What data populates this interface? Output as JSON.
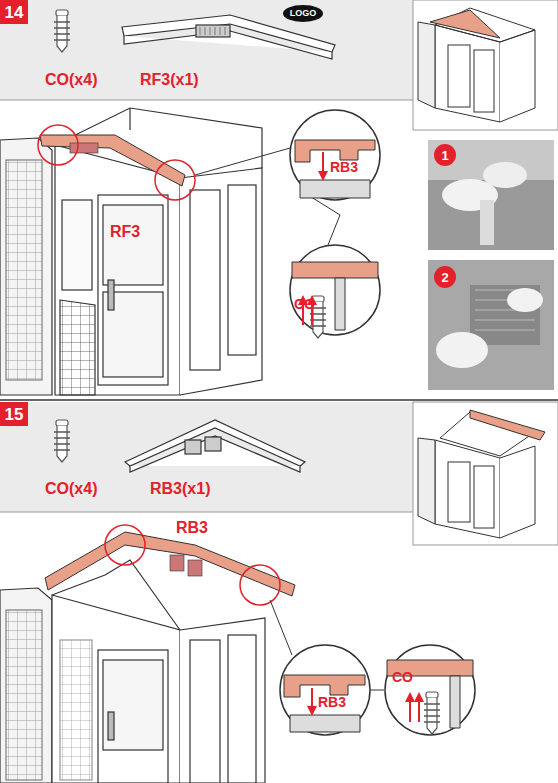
{
  "diagram": {
    "nodes": [
      {
        "text": [
          "14"
        ]
      },
      {
        "text": [
          "LOGO"
        ]
      },
      {
        "text": [
          "1"
        ]
      },
      {
        "text": [
          "2"
        ]
      },
      {
        "text": [
          "15"
        ]
      }
    ],
    "edges": [],
    "labels": [
      "CO(x4)",
      "RF3(x1)",
      "RF3",
      "RB3",
      "CO",
      "CO(x4)",
      "RB3(x1)",
      "RB3",
      "RB3",
      "CO"
    ]
  }
}
